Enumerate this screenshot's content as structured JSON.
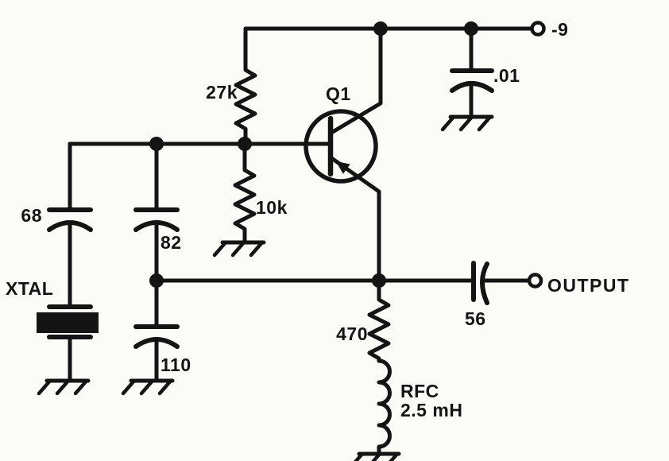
{
  "schematic": {
    "colors": {
      "ink": "#141414",
      "paper": "#fbfbf7"
    },
    "power_rail": {
      "terminal_label": "-9"
    },
    "output": {
      "terminal_label": "OUTPUT"
    },
    "transistor": {
      "designator": "Q1"
    },
    "resistors": {
      "base_upper": {
        "value": "27k"
      },
      "base_lower": {
        "value": "10k"
      },
      "emitter": {
        "value": "470"
      }
    },
    "capacitors": {
      "xtal_series": {
        "value": "68"
      },
      "divider_upper": {
        "value": "82"
      },
      "divider_lower": {
        "value": "110"
      },
      "supply_bypass": {
        "value": ".01"
      },
      "output_coupling": {
        "value": "56"
      }
    },
    "crystal": {
      "label": "XTAL"
    },
    "choke": {
      "designator": "RFC",
      "value": "2.5 mH"
    }
  }
}
